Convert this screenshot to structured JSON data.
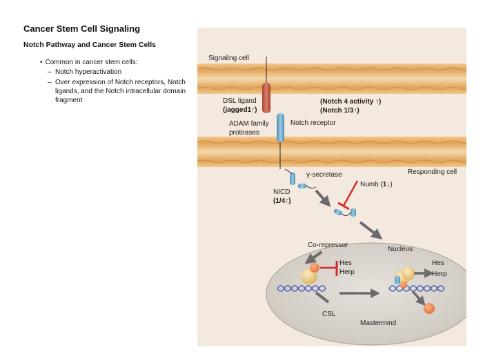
{
  "slide": {
    "title": "Cancer Stem Cell Signaling",
    "subtitle": "Notch Pathway and Cancer Stem Cells",
    "bullet": "Common in cancer stem cells:",
    "sub_bullets": [
      "Notch hyperactivation",
      "Over expression of Notch receptors, Notch ligands, and the Notch intracellular domain fragment"
    ]
  },
  "diagram": {
    "signaling_cell": "Signaling cell",
    "dsl_ligand": "DSL ligand",
    "jagged": "(jagged1↑)",
    "notch4": "(Notch 4 activity ↑)",
    "notch13": "(Notch 1/3↑)",
    "adam_line1": "ADAM family",
    "adam_line2": "proteases",
    "notch_receptor": "Notch receptor",
    "responding_cell": "Responding cell",
    "gamma_secretase": "γ-secretase",
    "nicd": "NICD",
    "nicd_sub": "(1/4↑)",
    "numb_prefix": "Numb (",
    "numb_bold": "1↓",
    "numb_suffix": ")",
    "corepressor": "Co-repressor",
    "nucleus": "Nucleus",
    "hes_left": "Hes",
    "herp_left": "Herp",
    "hes_right": "Hes",
    "herp_right": "Herp",
    "csl": "CSL",
    "mastermind": "Mastermind"
  },
  "colors": {
    "background_panel": "#f4e9df",
    "membrane": "#e9b066",
    "membrane_dark": "#c98532",
    "nucleus_fill": "#ddd8d1",
    "ligand": "#c25a47",
    "receptor": "#6ba7c8",
    "inhibitor": "#d42a2a",
    "arrow": "#6b6b6b",
    "dna": "#4760b8",
    "orange_protein": "#f0905a",
    "yellow_protein": "#eed28a"
  }
}
